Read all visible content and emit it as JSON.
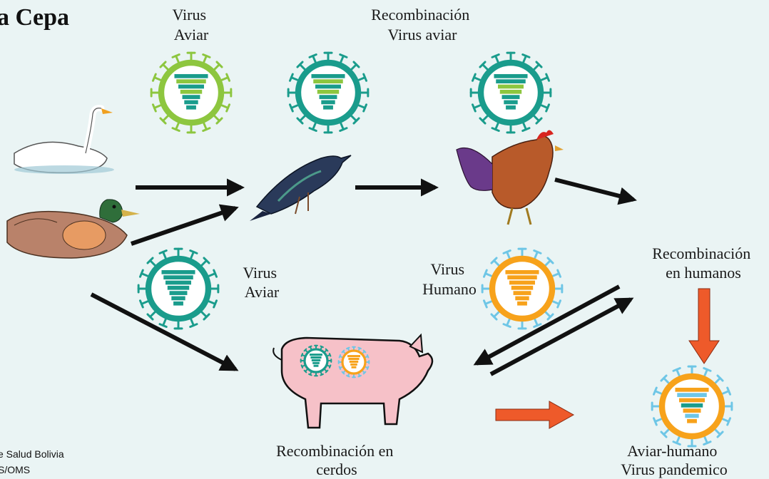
{
  "title": "a Cepa",
  "colors": {
    "background": "#eaf4f4",
    "avian_green": "#8dc63f",
    "avian_teal": "#1a9c8c",
    "human_orange": "#f7a21b",
    "spike_blue": "#6ec6e6",
    "arrow_black": "#111111",
    "arrow_red": "#ee5a2a"
  },
  "labels": {
    "virus_aviar_top": [
      "Virus",
      "Aviar"
    ],
    "recomb_virus_aviar": [
      "Recombinación",
      "Virus aviar"
    ],
    "virus_aviar_mid": [
      "Virus",
      "Aviar"
    ],
    "virus_humano": [
      "Virus",
      "Humano"
    ],
    "recomb_humanos": [
      "Recombinación",
      "en humanos"
    ],
    "recomb_cerdos": [
      "Recombinación en",
      "cerdos"
    ],
    "pandemic": [
      "Aviar-humano",
      "Virus pandemico"
    ]
  },
  "credit": [
    "e Salud Bolivia",
    "S/OMS"
  ],
  "icons": [
    "swan-icon",
    "duck-icon",
    "starling-icon",
    "rooster-icon",
    "pig-icon",
    "virus-icon"
  ]
}
